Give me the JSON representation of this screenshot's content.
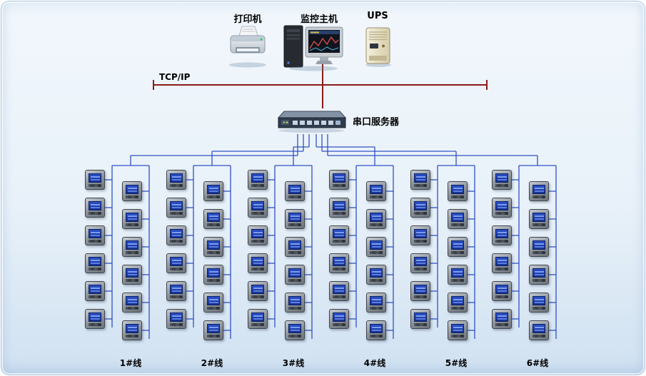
{
  "colors": {
    "panel_background": "#e8f1f9",
    "tcpip_wire": "#8b1a1a",
    "serial_wire": "#3052c4"
  },
  "top_devices": {
    "printer_label": "打印机",
    "host_label": "监控主机",
    "ups_label": "UPS"
  },
  "network_bus": {
    "label": "TCP/IP"
  },
  "serial_server": {
    "label": "串口服务器"
  },
  "meter_lines": [
    {
      "label": "1#线",
      "columns": 2,
      "meters_per_column": 6
    },
    {
      "label": "2#线",
      "columns": 2,
      "meters_per_column": 6
    },
    {
      "label": "3#线",
      "columns": 2,
      "meters_per_column": 6
    },
    {
      "label": "4#线",
      "columns": 2,
      "meters_per_column": 6
    },
    {
      "label": "5#线",
      "columns": 2,
      "meters_per_column": 6
    },
    {
      "label": "6#线",
      "columns": 2,
      "meters_per_column": 6
    }
  ]
}
